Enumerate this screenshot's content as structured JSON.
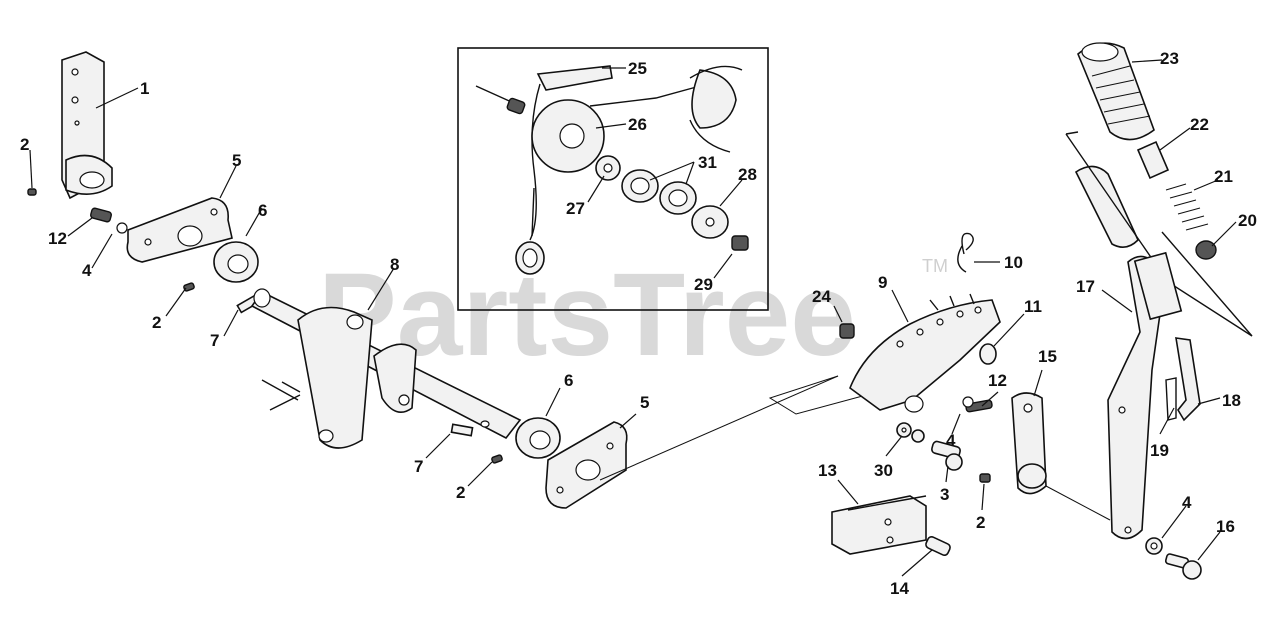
{
  "watermark": {
    "text": "PartsTree",
    "trademark": "TM"
  },
  "callouts": [
    {
      "id": "c1",
      "label": "1"
    },
    {
      "id": "c2a",
      "label": "2"
    },
    {
      "id": "c5a",
      "label": "5"
    },
    {
      "id": "c6a",
      "label": "6"
    },
    {
      "id": "c12a",
      "label": "12"
    },
    {
      "id": "c4a",
      "label": "4"
    },
    {
      "id": "c2b",
      "label": "2"
    },
    {
      "id": "c7a",
      "label": "7"
    },
    {
      "id": "c8",
      "label": "8"
    },
    {
      "id": "c7b",
      "label": "7"
    },
    {
      "id": "c2c",
      "label": "2"
    },
    {
      "id": "c6b",
      "label": "6"
    },
    {
      "id": "c5b",
      "label": "5"
    },
    {
      "id": "c25",
      "label": "25"
    },
    {
      "id": "c26",
      "label": "26"
    },
    {
      "id": "c31",
      "label": "31"
    },
    {
      "id": "c28",
      "label": "28"
    },
    {
      "id": "c27",
      "label": "27"
    },
    {
      "id": "c29",
      "label": "29"
    },
    {
      "id": "c10",
      "label": "10"
    },
    {
      "id": "c9",
      "label": "9"
    },
    {
      "id": "c24",
      "label": "24"
    },
    {
      "id": "c11",
      "label": "11"
    },
    {
      "id": "c12b",
      "label": "12"
    },
    {
      "id": "c15",
      "label": "15"
    },
    {
      "id": "c4b",
      "label": "4"
    },
    {
      "id": "c30",
      "label": "30"
    },
    {
      "id": "c3",
      "label": "3"
    },
    {
      "id": "c2d",
      "label": "2"
    },
    {
      "id": "c13",
      "label": "13"
    },
    {
      "id": "c14",
      "label": "14"
    },
    {
      "id": "c23",
      "label": "23"
    },
    {
      "id": "c22",
      "label": "22"
    },
    {
      "id": "c21",
      "label": "21"
    },
    {
      "id": "c20",
      "label": "20"
    },
    {
      "id": "c17",
      "label": "17"
    },
    {
      "id": "c18",
      "label": "18"
    },
    {
      "id": "c19",
      "label": "19"
    },
    {
      "id": "c4c",
      "label": "4"
    },
    {
      "id": "c16",
      "label": "16"
    }
  ]
}
